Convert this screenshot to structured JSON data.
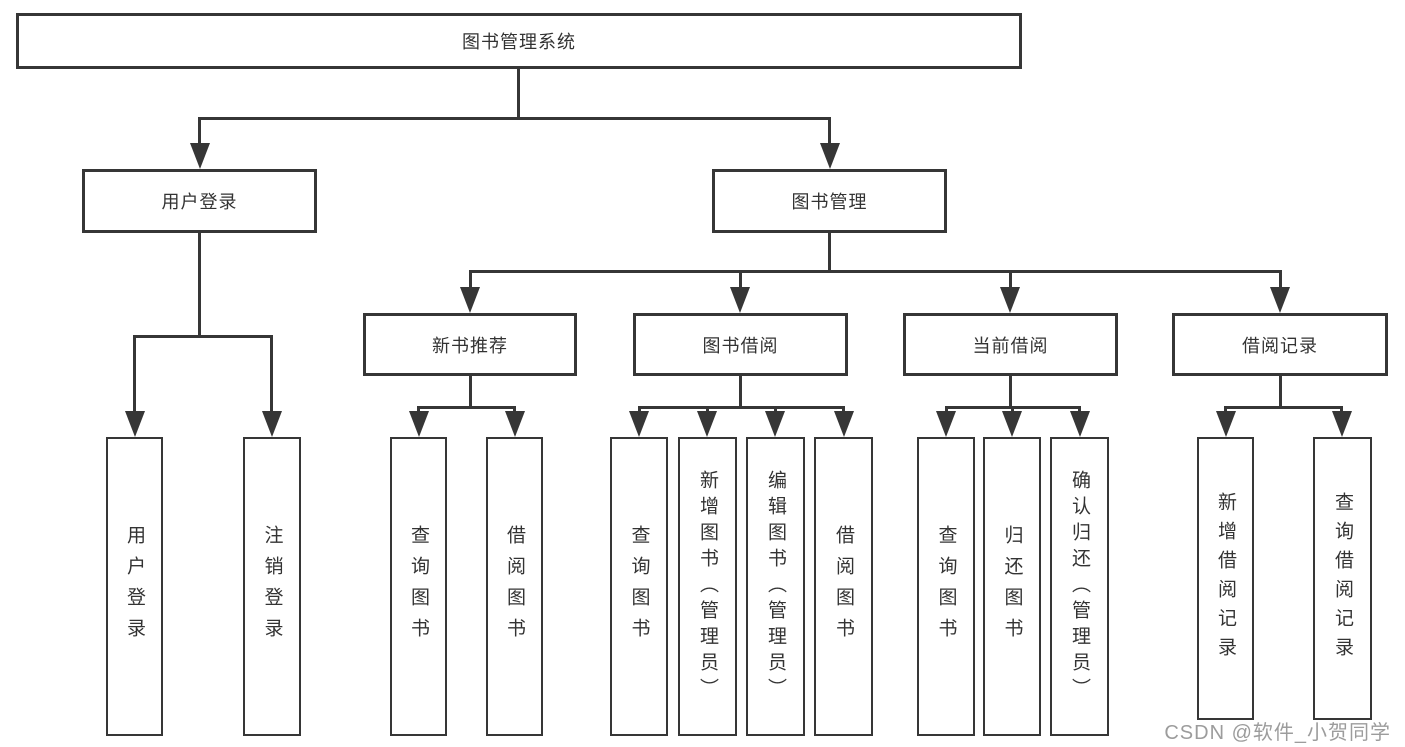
{
  "diagram": {
    "root_label": "图书管理系统",
    "level2": [
      "用户登录",
      "图书管理"
    ],
    "level3": [
      "新书推荐",
      "图书借阅",
      "当前借阅",
      "借阅记录"
    ],
    "leaves": {
      "user_login": [
        "用户登录",
        "注销登录"
      ],
      "new_book_rec": [
        "查询图书",
        "借阅图书"
      ],
      "book_borrow": [
        "查询图书",
        "新增图书（管理员）",
        "编辑图书（管理员）",
        "借阅图书"
      ],
      "current_borrow": [
        "查询图书",
        "归还图书",
        "确认归还（管理员）"
      ],
      "borrow_records": [
        "新增借阅记录",
        "查询借阅记录"
      ]
    },
    "colors": {
      "line": "#363636",
      "text": "#333333",
      "box_fill": "#ffffff",
      "watermark": "#9c9c9c"
    },
    "watermark": "CSDN @软件_小贺同学"
  }
}
